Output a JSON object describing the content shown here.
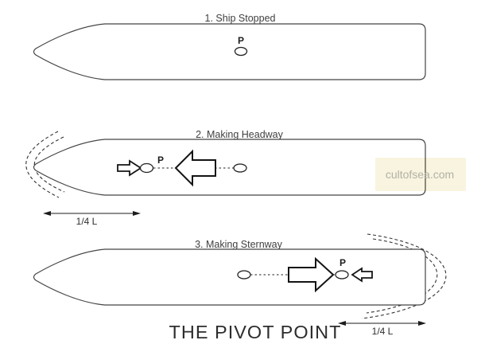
{
  "title": "THE PIVOT POINT",
  "watermark": "cultofsea.com",
  "colors": {
    "background": "#ffffff",
    "outline": "#444444",
    "arrow_stroke": "#141414",
    "caption_text": "#3f3f3f",
    "title_text": "#2d2d2d",
    "watermark_bg": "#f9f4df",
    "watermark_text": "#b3b1a7"
  },
  "ships": [
    {
      "caption": "1. Ship Stopped",
      "pivot_label": "P"
    },
    {
      "caption": "2. Making Headway",
      "pivot_label": "P",
      "measure_label": "1/4 L"
    },
    {
      "caption": "3. Making Sternway",
      "pivot_label": "P",
      "measure_label": "1/4 L"
    }
  ]
}
